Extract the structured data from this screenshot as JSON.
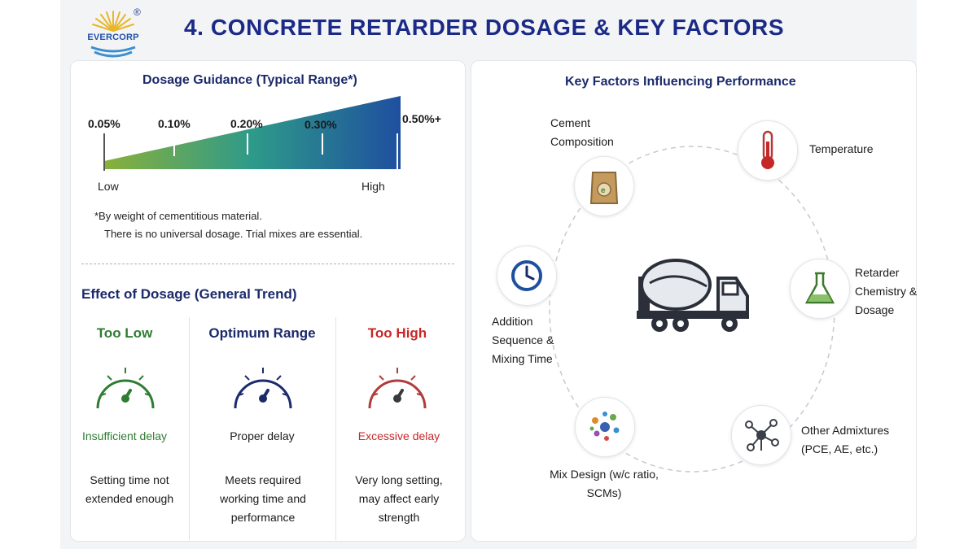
{
  "brand": {
    "name": "EVERCORP",
    "registered": "®",
    "accent": "#1f4fa8"
  },
  "title": "4. CONCRETE RETARDER DOSAGE & KEY FACTORS",
  "dosage": {
    "title": "Dosage Guidance (Typical Range*)",
    "marks": [
      "0.05%",
      "0.10%",
      "0.20%",
      "0.30%",
      "0.50%+"
    ],
    "low_label": "Low",
    "high_label": "High",
    "note_line1": "*By weight of cementitious material.",
    "note_line2": "There is no universal dosage. Trial mixes are essential.",
    "gradient_colors": [
      "#8ab03a",
      "#2e9a8a",
      "#1f4f9f"
    ]
  },
  "effect": {
    "title": "Effect of Dosage (General Trend)",
    "columns": [
      {
        "heading": "Too Low",
        "sub": "Insufficient delay",
        "desc": "Setting time not extended enough",
        "color": "#2e7d32"
      },
      {
        "heading": "Optimum Range",
        "sub": "Proper delay",
        "desc": "Meets required working time and performance",
        "color": "#1b2a6b"
      },
      {
        "heading": "Too High",
        "sub": "Excessive delay",
        "desc": "Very long setting, may affect early strength",
        "color": "#c62828"
      }
    ]
  },
  "factors": {
    "title": "Key Factors Influencing Performance",
    "items": [
      {
        "label": "Cement Composition",
        "icon": "cement-bag-icon"
      },
      {
        "label": "Temperature",
        "icon": "thermometer-icon"
      },
      {
        "label": "Retarder Chemistry & Dosage",
        "icon": "flask-icon"
      },
      {
        "label": "Other Admixtures (PCE, AE, etc.)",
        "icon": "molecule-icon"
      },
      {
        "label": "Mix Design (w/c ratio, SCMs)",
        "icon": "particles-icon"
      },
      {
        "label": "Addition Sequence & Mixing Time",
        "icon": "clock-icon"
      }
    ],
    "center_icon": "concrete-mixer-truck-icon"
  }
}
